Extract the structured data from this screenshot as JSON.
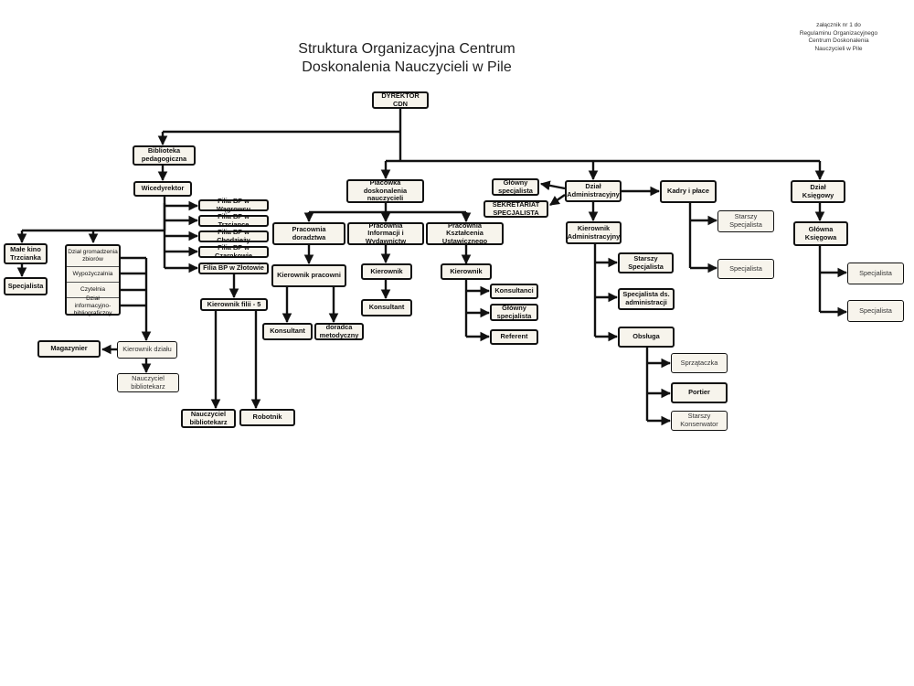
{
  "title_line1": "Struktura Organizacyjna Centrum",
  "title_line2": "Doskonalenia Nauczycieli w Pile",
  "note": [
    "załącznik nr 1 do",
    "Regulaminu Organizacyjnego",
    "Centrum Doskonalenia",
    "Nauczycieli w Pile"
  ],
  "nodes": {
    "dyrektor": "DYREKTOR CDN",
    "biblioteka": "Biblioteka pedagogiczna",
    "wicedyrektor": "Wicedyrektor",
    "filia_wagrowiec": "Filia BP w Wągrowcu",
    "filia_trzcianka": "Filia BP w Trzciance",
    "filia_chodziez": "Filia BP w Chodzieży",
    "filia_czarnkow": "Filia BP w Czarnkowie",
    "filia_zlotow": "Filia BP w Złotowie",
    "kierownik_filii": "Kierownik filii - 5",
    "nauczyciel_bibliotekarz_filia": "Nauczyciel bibliotekarz",
    "robotnik": "Robotnik",
    "male_kino": "Małe kino Trzcianka",
    "specjalista_kino": "Specjalista",
    "dzial_gromadzenia": "Dział gromadzenia zbiorów",
    "wypozyczalnia": "Wypożyczalnia",
    "czytelnia": "Czytelnia",
    "dzial_informacyjny": "Dział informacyjno-bibliograficzny",
    "kierownik_dzialu": "Kierownik działu",
    "magazynier": "Magazynier",
    "nauczyciel_bibliotekarz": "Nauczyciel bibliotekarz",
    "placowka": "Placówka doskonalenia nauczycieli",
    "pracownia_doradztwa": "Pracownia doradztwa",
    "kierownik_pracowni": "Kierownik pracowni",
    "konsultant_pd": "Konsultant",
    "doradca": "doradca metodyczny",
    "pracownia_informacji": "Pracownia Informacji i Wydawnictw",
    "kierownik_pi": "Kierownik",
    "konsultant_pi": "Konsultant",
    "pracownia_ksztalcenia": "Pracownia Kształcenia Ustawicznego",
    "kierownik_pk": "Kierownik",
    "konsultanci": "Konsultanci",
    "glowny_specjalista_pk": "Główny specjalista",
    "referent": "Referent",
    "glowny_specjalista": "Główny specjalista",
    "sekretariat": "SEKRETARIAT SPECJALISTA",
    "dzial_adm": "Dział Administracyjny",
    "kierownik_adm": "Kierownik Administracyjny",
    "starszy_specjalista_adm": "Starszy Specjalista",
    "specjalista_adm": "Specjalista ds. administracji",
    "obsluga": "Obsługa",
    "sprzataczka": "Sprzątaczka",
    "portier": "Portier",
    "starszy_konserwator": "Starszy Konserwator",
    "kadry": "Kadry i płace",
    "starszy_specjalista_kadry": "Starszy Specjalista",
    "specjalista_kadry": "Specjalista",
    "dzial_ksiegowy": "Dział Księgowy",
    "glowna_ksiegowa": "Główna Księgowa",
    "specjalista_k1": "Specjalista",
    "specjalista_k2": "Specjalista"
  }
}
